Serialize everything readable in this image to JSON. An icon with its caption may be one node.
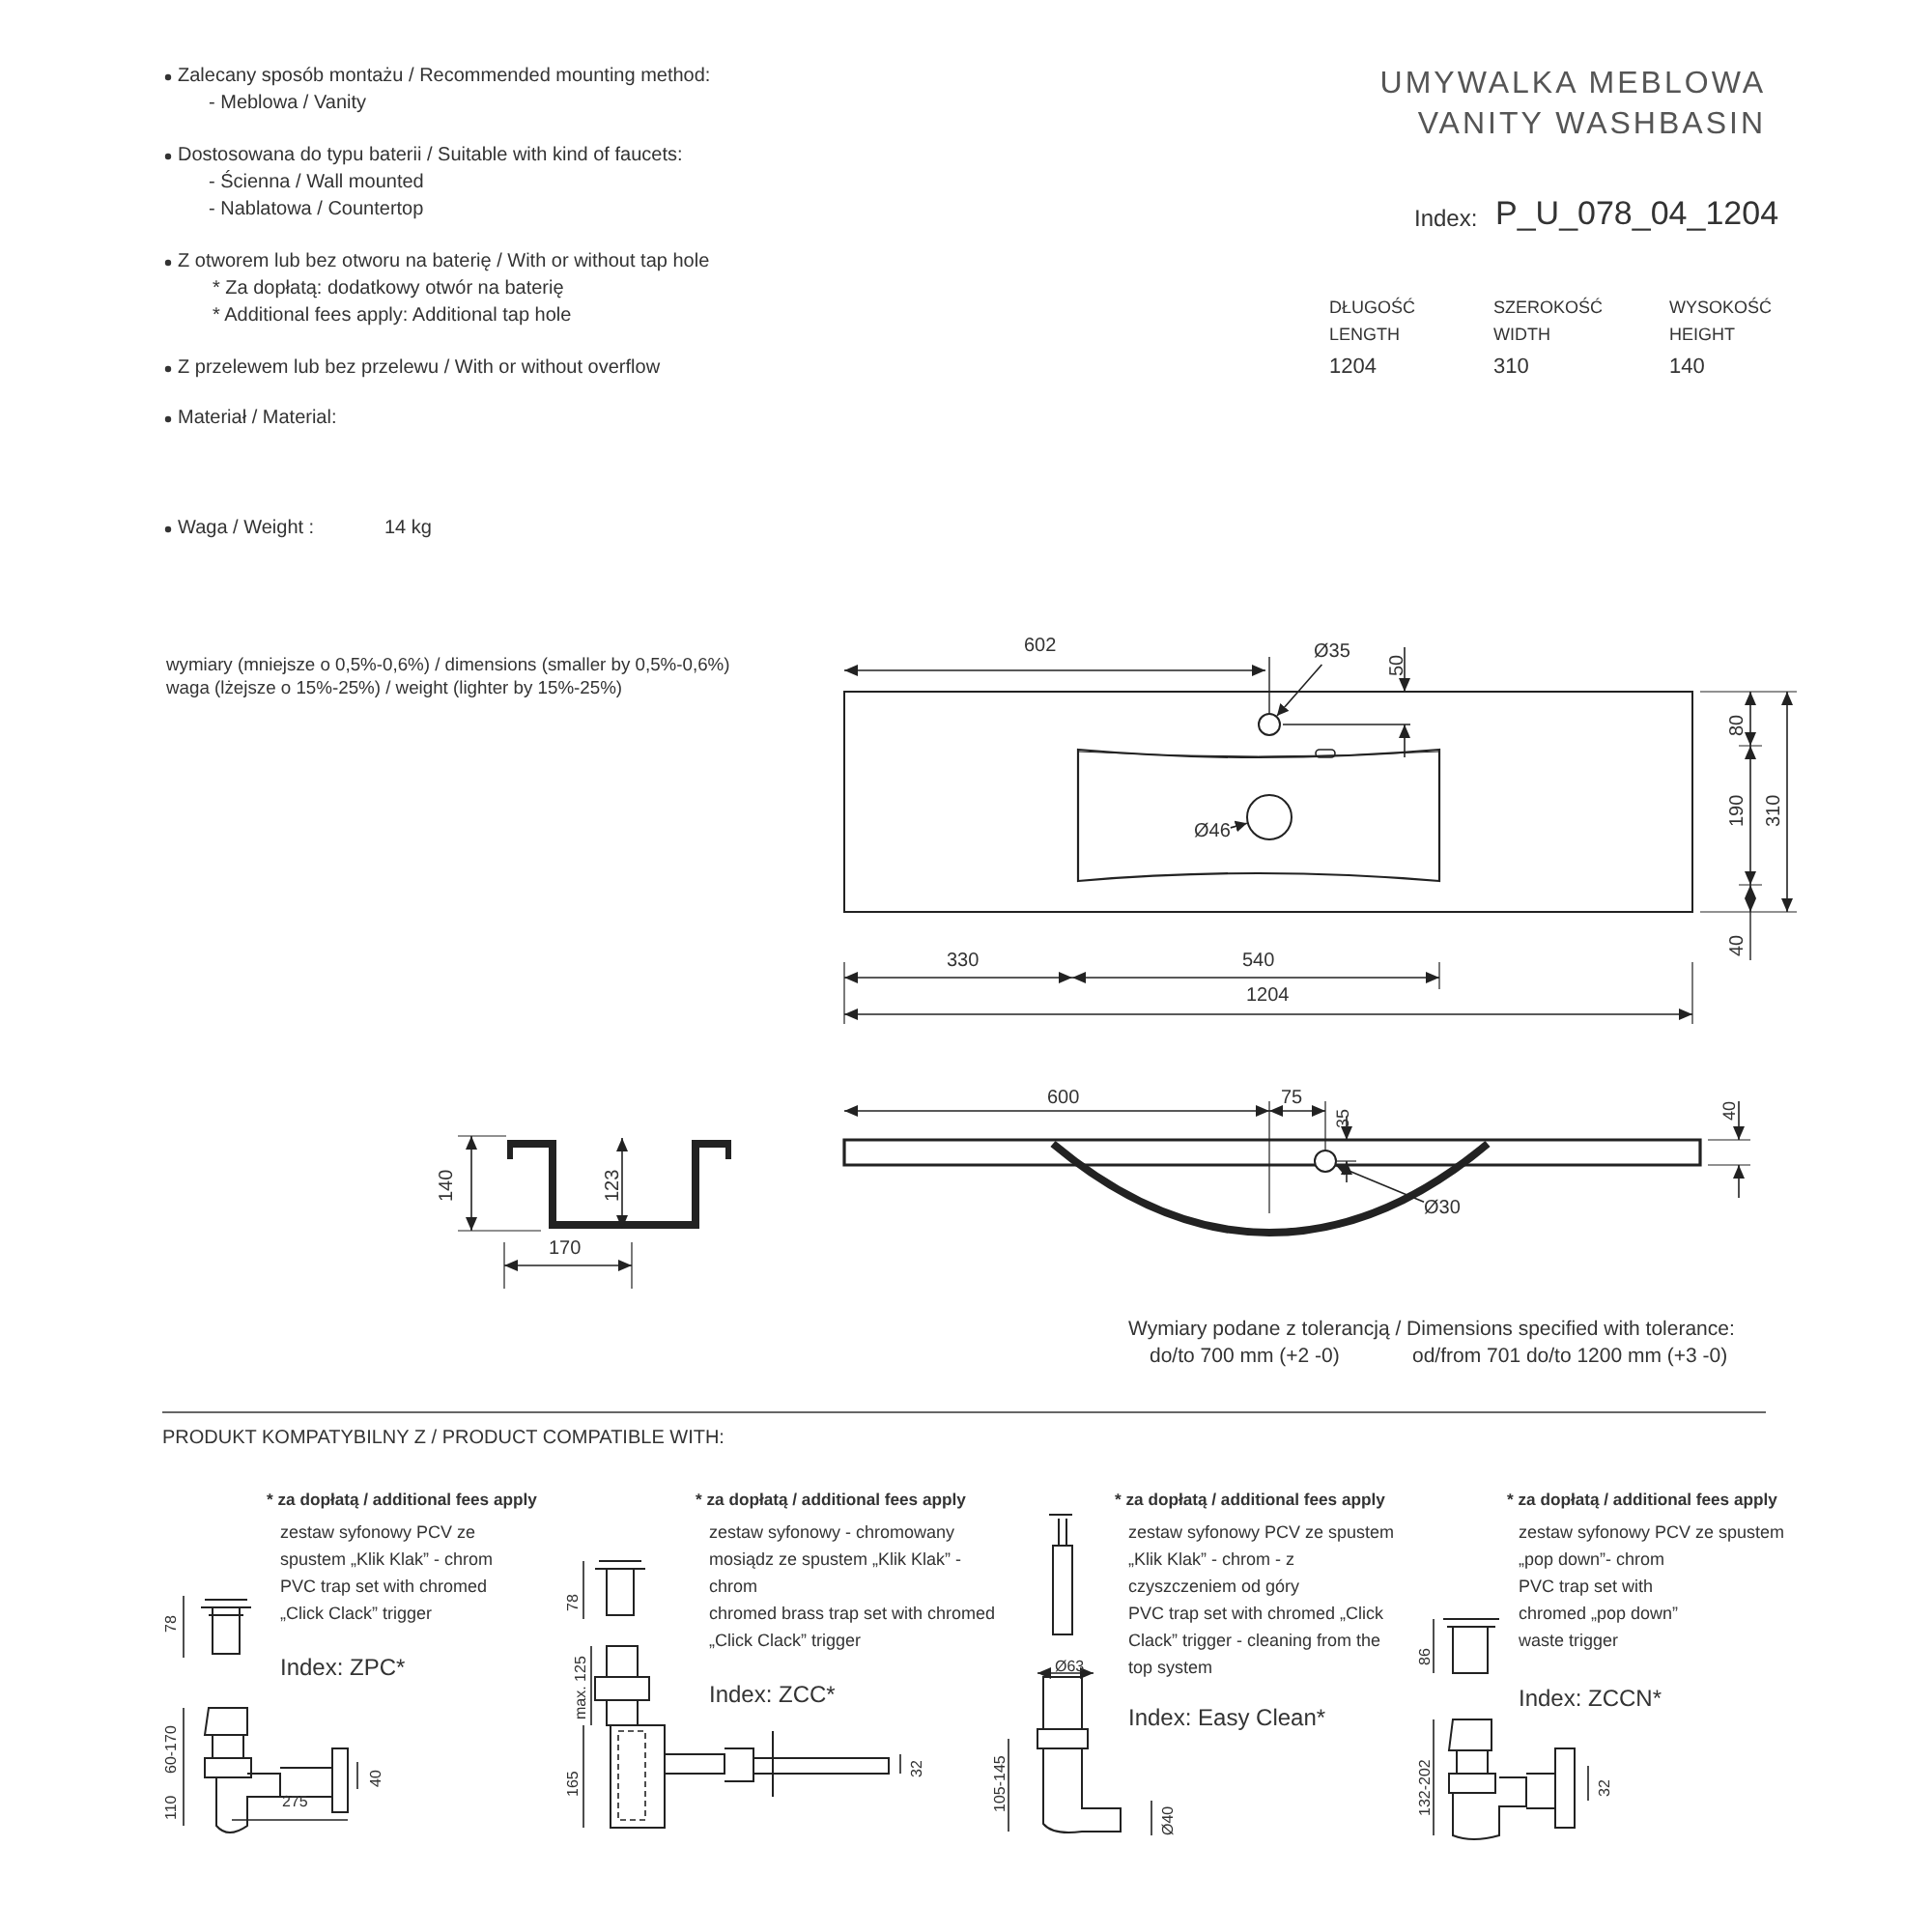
{
  "diagram": {
    "title": "UMYWALKA MEBLOWA VANITY WASHBASIN",
    "nodes": [
      {
        "text": [
          "Ø35"
        ]
      },
      {
        "text": [],
        "shape": "circle"
      },
      {
        "text": [
          "Ø46"
        ]
      },
      {
        "text": [],
        "shape": "circle"
      },
      {
        "text": [
          "Ø30"
        ]
      },
      {
        "text": [],
        "shape": "circle"
      }
    ],
    "edges": [
      {
        "from": 0,
        "to": 1,
        "arrow": "to"
      },
      {
        "from": 2,
        "to": 3,
        "arrow": "to"
      },
      {
        "from": 4,
        "to": 5,
        "arrow": "to"
      }
    ],
    "labels": [
      "Zalecany sposób montażu / Recommended mounting method:",
      "- Meblowa / Vanity",
      "Dostosowana do typu baterii / Suitable with kind of faucets:",
      "- Ścienna / Wall mounted",
      "- Nablatowa / Countertop",
      "Z otworem lub bez otworu na baterię / With or without tap hole",
      "* Za dopłatą: dodatkowy otwór na baterię",
      "* Additional fees apply: Additional tap hole",
      "Z przelewem lub bez przelewu / With or without overflow",
      "Materiał / Material:",
      "Waga / Weight :",
      "14 kg",
      "wymiary (mniejsze o 0,5%-0,6%) / dimensions (smaller by 0,5%-0,6%)",
      "waga (lżejsze o 15%-25%) / weight (lighter by 15%-25%)",
      "Index:",
      "P_U_078_04_1204",
      "DŁUGOŚĆ LENGTH",
      "SZEROKOŚĆ WIDTH",
      "WYSOKOŚĆ HEIGHT",
      "1204",
      "310",
      "140",
      "602",
      "50",
      "80",
      "190",
      "310",
      "40",
      "330",
      "540",
      "1204",
      "140",
      "123",
      "170",
      "600",
      "75",
      "35",
      "40",
      "Wymiary podane z tolerancją / Dimensions specified with tolerance:",
      "do/to 700 mm (+2 -0)",
      "od/from 701 do/to 1200 mm (+3 -0)",
      "PRODUKT KOMPATYBILNY Z / PRODUCT COMPATIBLE WITH:",
      "* za dopłatą / additional fees apply",
      "zestaw syfonowy PCV ze spustem „Klik Klak” - chrom",
      "PVC trap set with chromed „Click Clack” trigger",
      "Index: ZPC*",
      "78",
      "60-170",
      "110",
      "275",
      "40",
      "* za dopłatą / additional fees apply",
      "zestaw syfonowy - chromowany mosiądz ze spustem „Klik Klak” - chrom",
      "chromed brass trap set with chromed „Click Clack” trigger",
      "Index: ZCC*",
      "78",
      "max. 125",
      "165",
      "32",
      "* za dopłatą / additional fees apply",
      "zestaw syfonowy PCV ze spustem „Klik Klak” - chrom - z czyszczeniem od góry",
      "PVC trap set with chromed „Click Clack” trigger - cleaning from the top system",
      "Index: Easy Clean*",
      "Ø63",
      "105-145",
      "Ø40",
      "* za dopłatą / additional fees apply",
      "zestaw syfonowy PCV ze spustem „pop down”- chrom",
      "PVC trap set with chromed „pop down” waste trigger",
      "Index: ZCCN*",
      "86",
      "132-202",
      "32"
    ]
  }
}
